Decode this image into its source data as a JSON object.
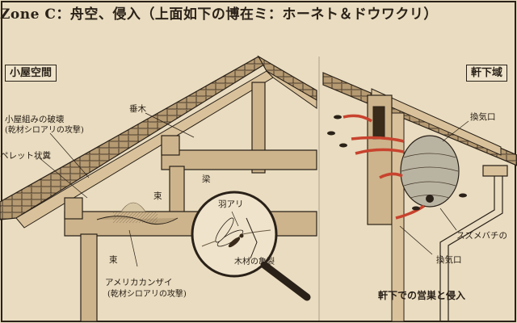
{
  "title": "Zone C：舟空、侵入（上面如下の博在ミ：ホーネト＆ドウワクリ）",
  "left_panel": {
    "header": "小屋空間",
    "labels": {
      "rafter": "垂木",
      "truss_damage_1": "小屋組みの破壊",
      "truss_damage_2": "(乾材シロアリの攻撃)",
      "pellet": "ペレット状糞",
      "beam": "梁",
      "post_upper": "束",
      "post_lower": "束",
      "termite_name": "アメリカカンザイ",
      "termite_note": "(乾材シロアリの攻撃)",
      "winged_ant": "羽アリ",
      "wood_crack": "木材の亀裂"
    }
  },
  "right_panel": {
    "header": "軒下域",
    "labels": {
      "vent_top": "換気口",
      "hornet": "スズメバチの",
      "vent_bottom": "換気口",
      "caption": "軒下での営巣と侵入"
    }
  },
  "colors": {
    "paper": "#e9dcc0",
    "ink": "#2a2118",
    "wood": "#cdb48c",
    "arrow": "#c8432e",
    "nest": "#b9b3a2"
  }
}
